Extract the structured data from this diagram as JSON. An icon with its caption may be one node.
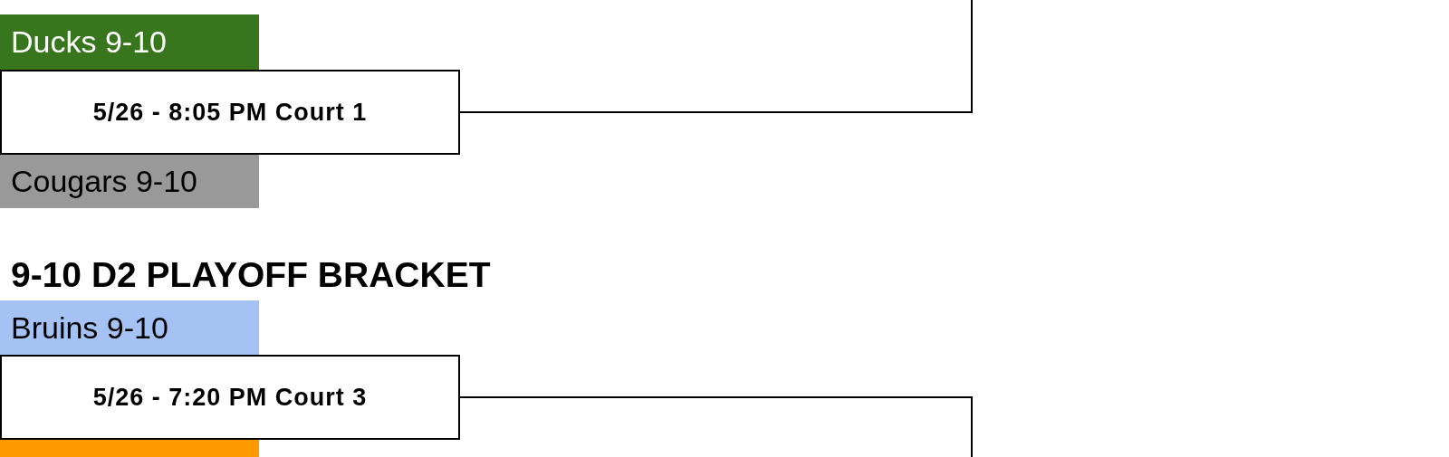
{
  "diagram": {
    "nodes": [
      {
        "text": [
          "Ducks 9-10"
        ]
      },
      {
        "text": [
          "5/26 - 8:05 PM Court 1"
        ]
      },
      {
        "text": [
          "Cougars 9-10"
        ]
      },
      {
        "text": [
          "Bruins 9-10"
        ]
      },
      {
        "text": [
          "5/26 - 7:20 PM Court 3"
        ]
      },
      {
        "text": [],
        "shape": "box"
      }
    ],
    "edges": [
      {
        "from": 1,
        "to": null,
        "arrow": "none"
      },
      {
        "from": 4,
        "to": null,
        "arrow": "none"
      }
    ],
    "labels": [
      "9-10 D2 PLAYOFF BRACKET"
    ]
  }
}
